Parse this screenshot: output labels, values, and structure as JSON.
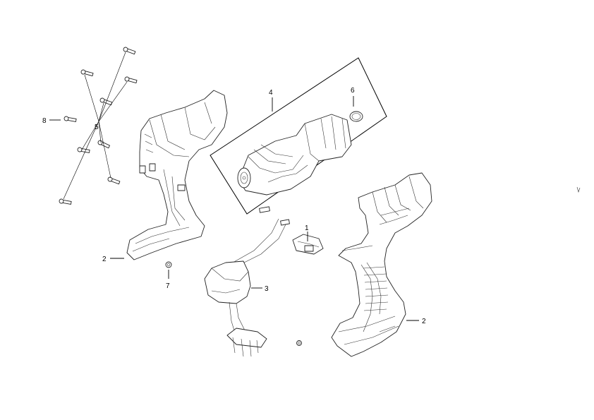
{
  "diagram": {
    "callouts": {
      "c1": "1",
      "c2_left": "2",
      "c2_right": "2",
      "c3": "3",
      "c4": "4",
      "c5": "5",
      "c6": "6",
      "c7": "7",
      "c8": "8"
    }
  }
}
